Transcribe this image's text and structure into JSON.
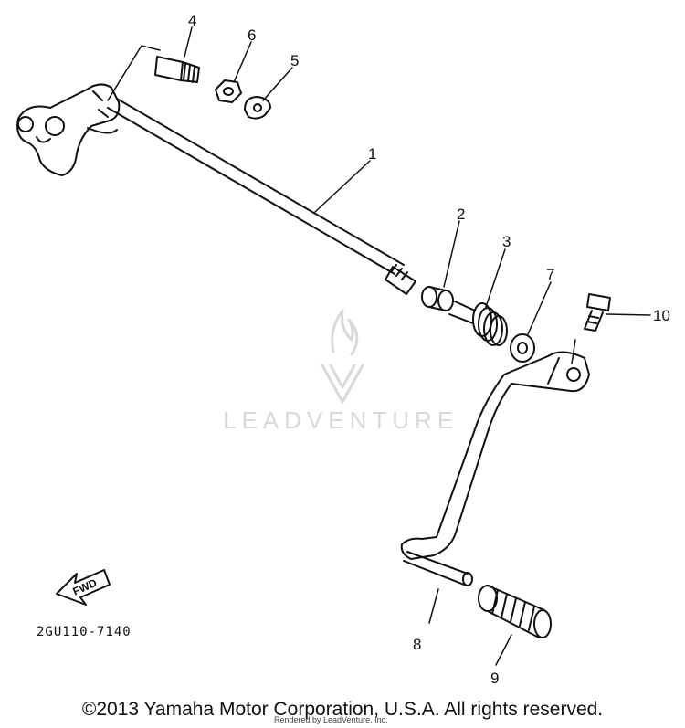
{
  "diagram": {
    "watermark_text": "LEADVENTURE",
    "part_code": "2GU110-7140",
    "direction_label": "FWD",
    "callouts": [
      "1",
      "2",
      "3",
      "4",
      "5",
      "6",
      "7",
      "8",
      "9",
      "10"
    ],
    "copyright": "©2013 Yamaha Motor Corporation, U.S.A. All rights reserved.",
    "rendered_by": "Rendered by LeadVenture, Inc."
  },
  "colors": {
    "line": "#111111",
    "watermark": "#d9d9d9",
    "background": "#ffffff"
  }
}
